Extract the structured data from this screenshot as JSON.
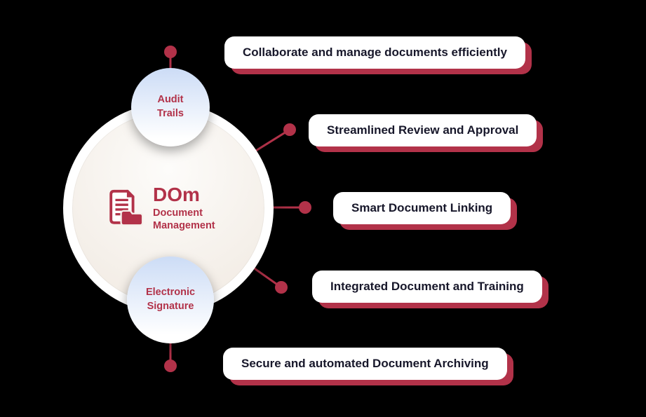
{
  "colors": {
    "accent": "#b23249",
    "pill_text": "#17172a",
    "background": "#000000",
    "satellite_top": "#ccdcf6",
    "circle_inner": "#f3ede6"
  },
  "center": {
    "title": "DOm",
    "subtitle": "Document Management",
    "icon": "document-folder-icon"
  },
  "satellites": [
    {
      "id": "audit-trails",
      "label": "Audit Trails"
    },
    {
      "id": "electronic-signature",
      "label": "Electronic Signature"
    }
  ],
  "features": [
    {
      "label": "Collaborate and manage documents efficiently"
    },
    {
      "label": "Streamlined Review and Approval"
    },
    {
      "label": "Smart Document Linking"
    },
    {
      "label": "Integrated Document and Training"
    },
    {
      "label": "Secure and automated Document Archiving"
    }
  ]
}
